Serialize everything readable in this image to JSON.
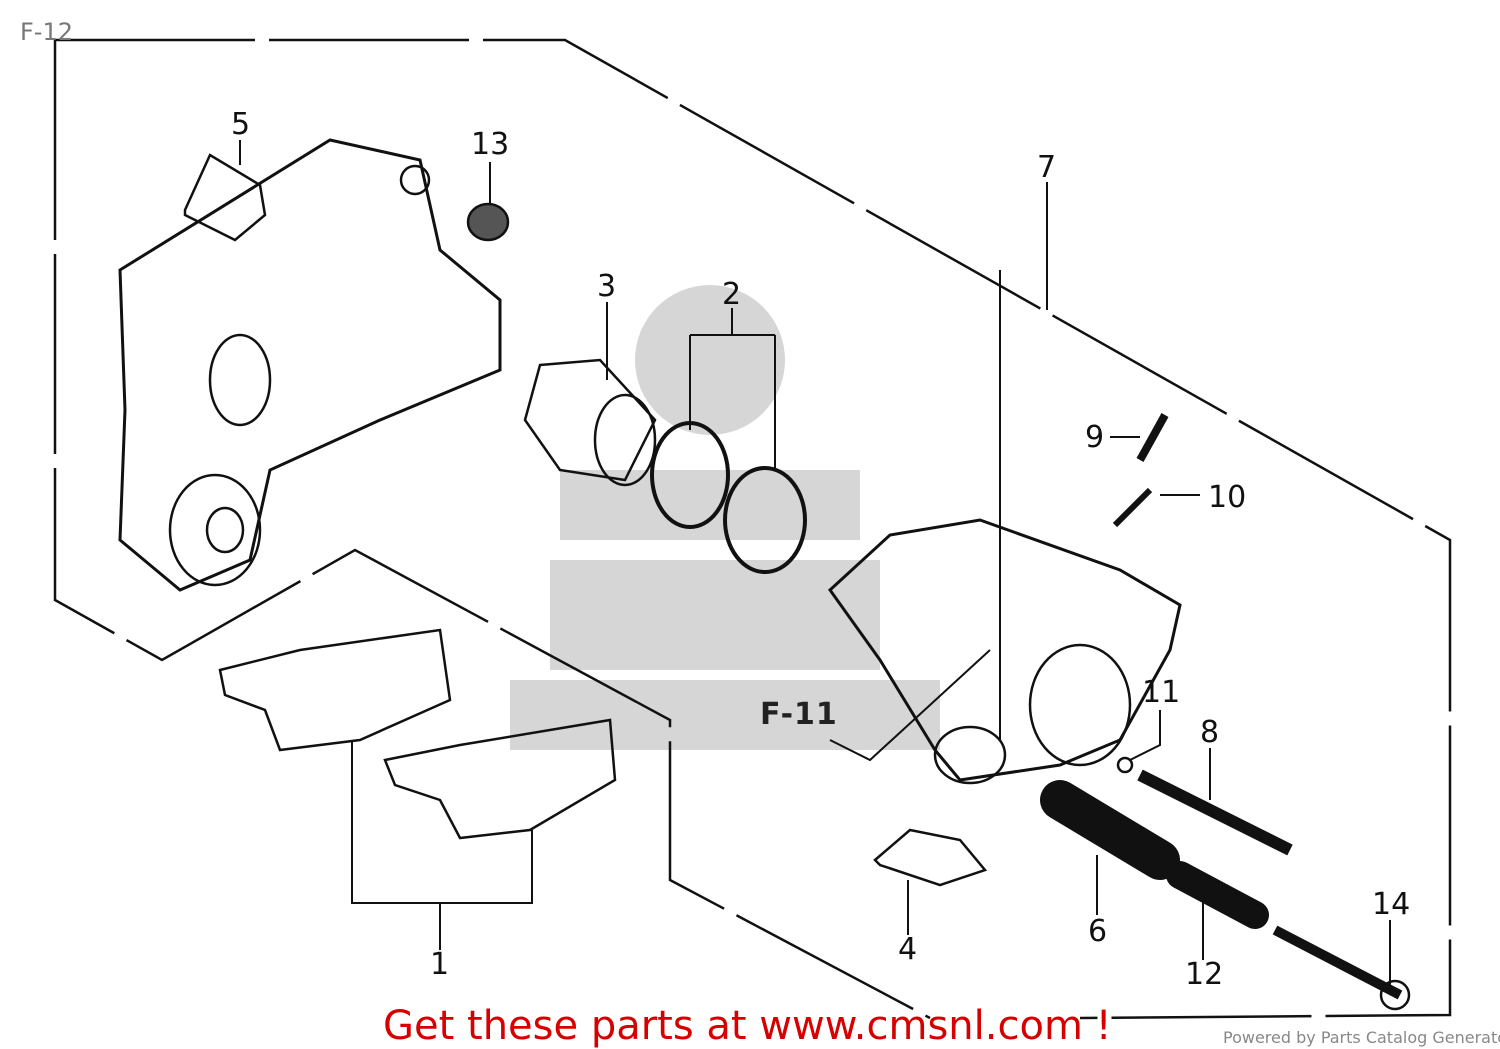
{
  "figure_label": "F-12",
  "reference_label": "F-11",
  "part_numbers": [
    "1",
    "2",
    "3",
    "4",
    "5",
    "6",
    "7",
    "8",
    "9",
    "10",
    "11",
    "12",
    "13",
    "14"
  ],
  "call_to_action": "Get these parts at www.cmsnl.com !",
  "powered_by": "Powered by Parts Catalog Generator"
}
